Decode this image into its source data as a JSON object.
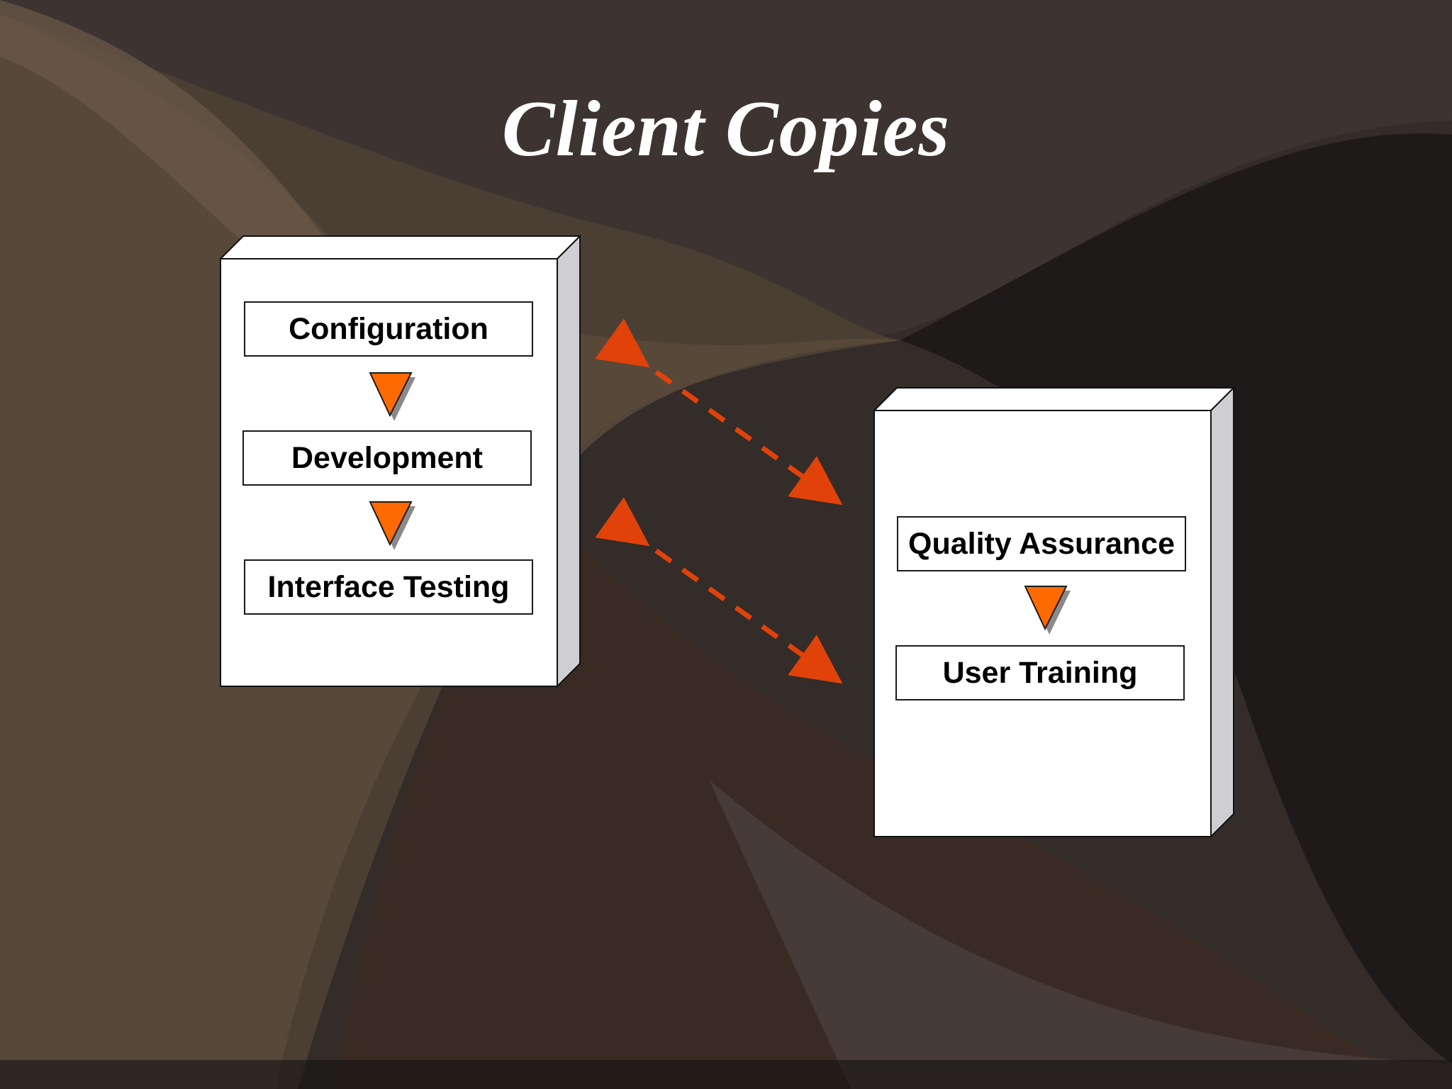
{
  "slide": {
    "title": "Client Copies",
    "colors": {
      "arrow": "#e0420a",
      "triangle": "#ff6a00",
      "box": "#ffffff"
    }
  },
  "left_node": {
    "steps": [
      "Configuration",
      "Development",
      "Interface Testing"
    ]
  },
  "right_node": {
    "steps": [
      "Quality Assurance",
      "User Training"
    ]
  },
  "connections": [
    {
      "from": "left_node",
      "to": "right_node",
      "style": "dashed-bidirectional"
    },
    {
      "from": "left_node",
      "to": "right_node",
      "style": "dashed-bidirectional"
    }
  ]
}
